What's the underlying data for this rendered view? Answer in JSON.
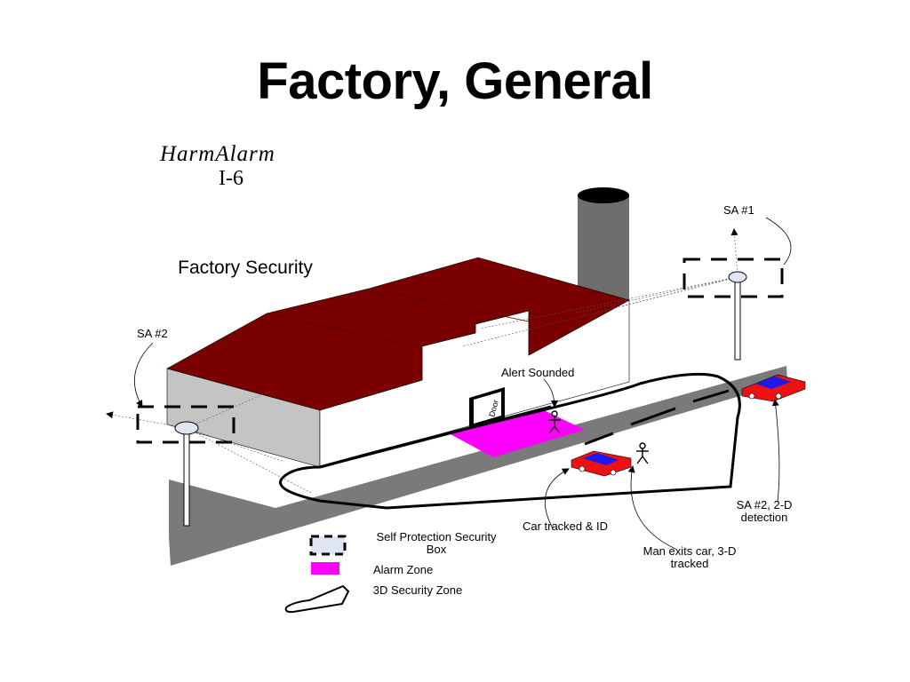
{
  "slide": {
    "title": "Factory, General",
    "brand": "HarmAlarm",
    "brand_code": "I-6"
  },
  "diagram": {
    "building_label": "Factory Security",
    "door_label": "Door",
    "alert_label": "Alert Sounded",
    "sa1_label": "SA #1",
    "sa2_label": "SA #2",
    "sa2_detection_label": "SA #2, 2-D detection",
    "car_tracked_label": "Car tracked & ID",
    "man_exits_label": "Man exits car, 3-D tracked"
  },
  "legend": {
    "items": [
      {
        "label": "Self Protection Security Box",
        "icon": "dashed-box-icon"
      },
      {
        "label": "Alarm Zone",
        "icon": "magenta-zone-icon"
      },
      {
        "label": "3D Security Zone",
        "icon": "security-zone-icon"
      }
    ]
  },
  "colors": {
    "roof": "#7a0000",
    "wall_front": "#ffffff",
    "wall_side": "#c4c4c4",
    "road": "#7a7a7a",
    "chimney": "#6e6e6e",
    "alarm_zone": "#ff00ff",
    "car_body": "#ee1111",
    "car_roof": "#1a1aee"
  }
}
